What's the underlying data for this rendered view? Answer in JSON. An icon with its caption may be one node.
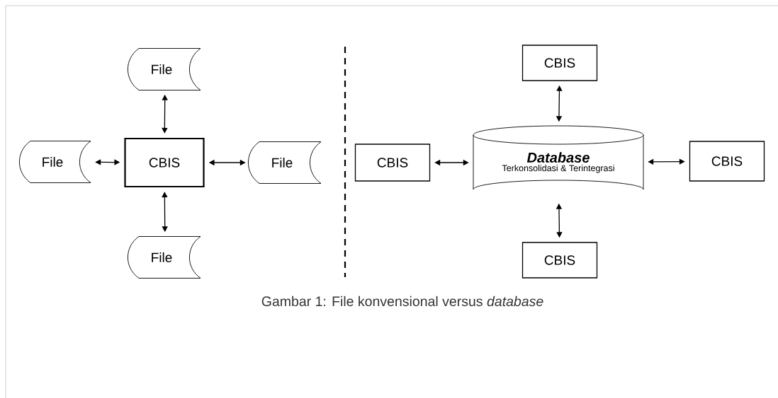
{
  "diagram": {
    "caption": "Gambar 1: File konvensional versus *database*",
    "nodes": [
      {
        "text": [
          "CBIS"
        ]
      },
      {
        "text": [
          "File"
        ]
      },
      {
        "text": [
          "File"
        ]
      },
      {
        "text": [
          "File"
        ]
      },
      {
        "text": [
          "File"
        ]
      },
      {
        "text": [
          "Database",
          "Terkonsolidasi & Terintegrasi"
        ]
      },
      {
        "text": [
          "CBIS"
        ]
      },
      {
        "text": [
          "CBIS"
        ]
      },
      {
        "text": [
          "CBIS"
        ]
      },
      {
        "text": [
          "CBIS"
        ]
      }
    ],
    "edges": [
      {
        "from": 1,
        "to": 0,
        "arrow": "both"
      },
      {
        "from": 2,
        "to": 0,
        "arrow": "both"
      },
      {
        "from": 0,
        "to": 3,
        "arrow": "both"
      },
      {
        "from": 0,
        "to": 4,
        "arrow": "both"
      },
      {
        "from": 6,
        "to": 5,
        "arrow": "both"
      },
      {
        "from": 7,
        "to": 5,
        "arrow": "both"
      },
      {
        "from": 5,
        "to": 8,
        "arrow": "both"
      },
      {
        "from": 5,
        "to": 9,
        "arrow": "both"
      }
    ]
  }
}
